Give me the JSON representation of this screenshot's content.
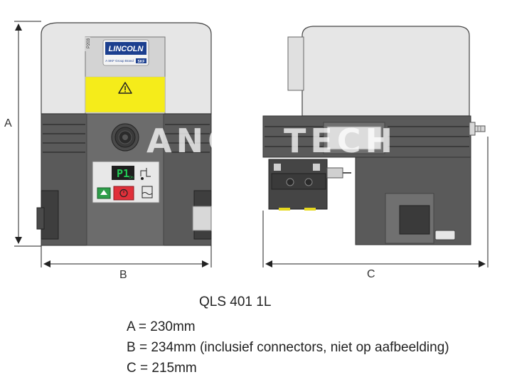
{
  "brand": {
    "logo": "LINCOLN",
    "logo_sub": "A SKF Group Brand",
    "logo_badge": "SKF",
    "model_tag": "P203"
  },
  "display": {
    "readout": "P1",
    "unit": "On"
  },
  "watermark": "ANCO TECH",
  "dimensions": {
    "a_label": "A",
    "b_label": "B",
    "c_label": "C"
  },
  "caption": {
    "title": "QLS 401 1L",
    "spec_a": "A = 230mm",
    "spec_b": "B = 234mm (inclusief connectors, niet op aafbeelding)",
    "spec_c": "C = 215mm"
  },
  "colors": {
    "housing_light": "#e6e6e6",
    "housing_dark": "#5a5a5a",
    "warning_yellow": "#f5ec1a",
    "display_green": "#22cc55",
    "button_red": "#e0303a",
    "button_green": "#2e9e4a"
  }
}
